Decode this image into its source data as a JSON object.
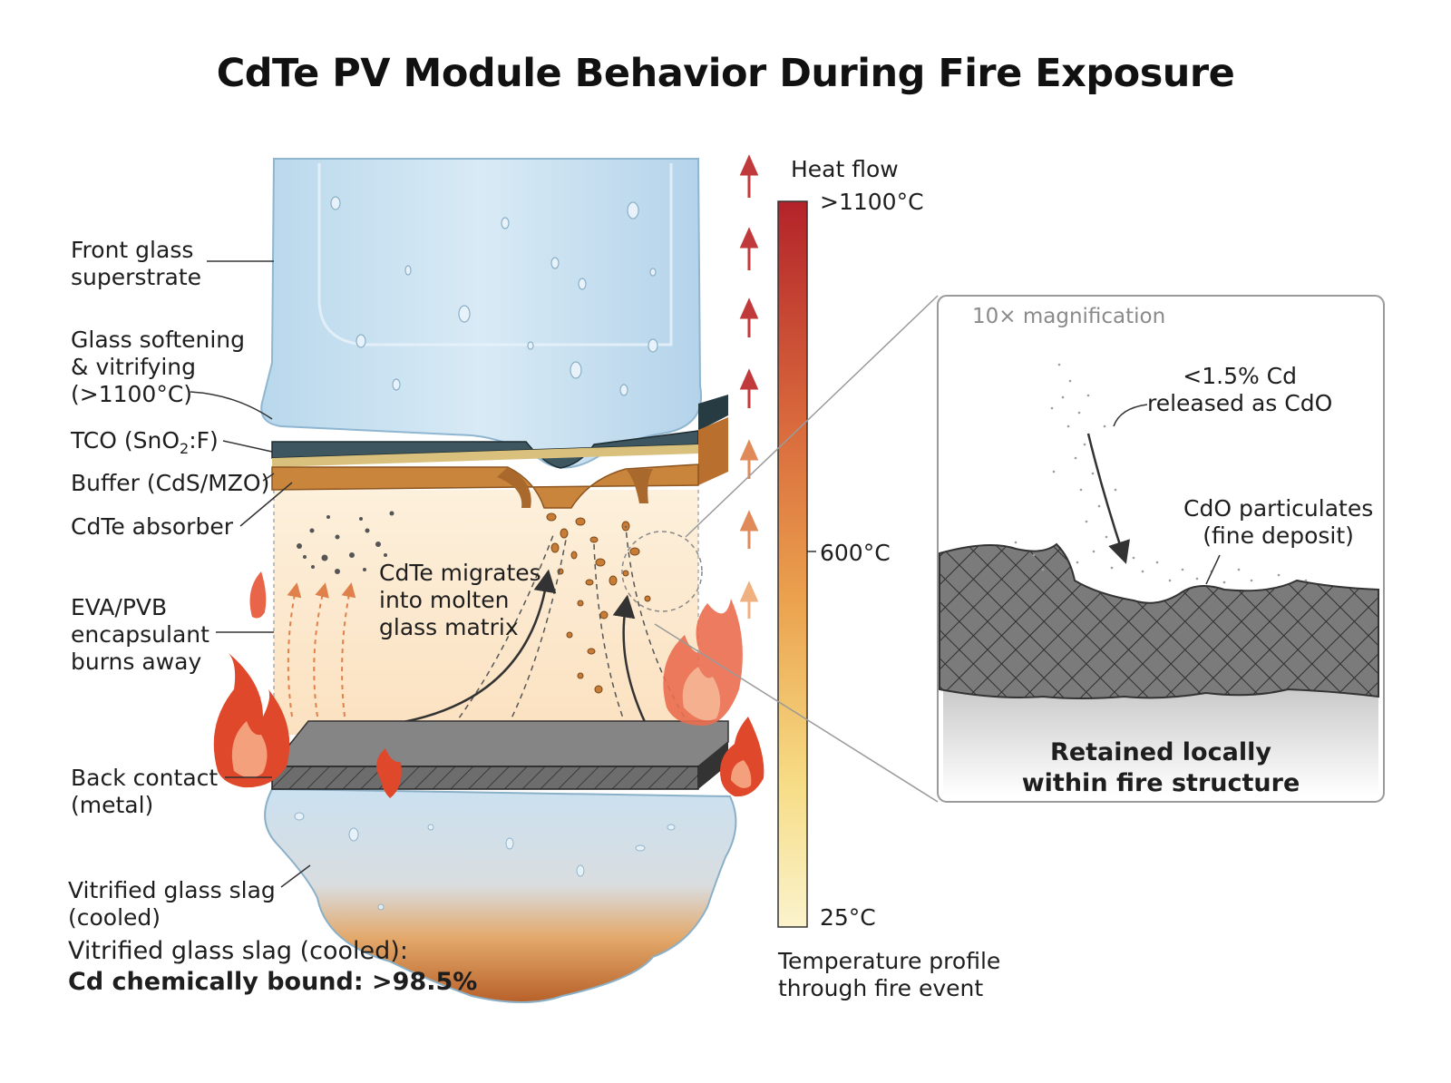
{
  "title": "CdTe PV Module Behavior During Fire Exposure",
  "labels": {
    "front_glass": [
      "Front glass",
      "superstrate"
    ],
    "glass_softening": [
      "Glass softening",
      "& vitrifying",
      "(>1100°C)"
    ],
    "tco_prefix": "TCO (SnO",
    "tco_sub": "2",
    "tco_suffix": ":F)",
    "buffer": "Buffer (CdS/MZO)",
    "absorber": "CdTe absorber",
    "encapsulant": [
      "EVA/PVB",
      "encapsulant",
      "burns away"
    ],
    "back_contact": [
      "Back contact",
      "(metal)"
    ],
    "slag": [
      "Vitrified glass slag",
      "(cooled)"
    ],
    "migration": [
      "CdTe migrates",
      "into molten",
      "glass matrix"
    ]
  },
  "summary": {
    "line1": "Vitrified glass slag (cooled):",
    "line2": "Cd chemically bound: >98.5%"
  },
  "temperature_scale": {
    "heat_flow_label": "Heat flow",
    "high_label": ">1100°C",
    "mid_label": "600°C",
    "low_label": "25°C",
    "caption": [
      "Temperature profile",
      "through fire event"
    ],
    "gradient_colors": [
      "#b3232a",
      "#d8683c",
      "#eba24e",
      "#f6dc85",
      "#fbf3cd"
    ]
  },
  "inset": {
    "magnification": "10× magnification",
    "release_label": [
      "<1.5% Cd",
      "released as CdO"
    ],
    "particulate_label": [
      "CdO particulates",
      "(fine deposit)"
    ],
    "retained_label": [
      "Retained locally",
      "within fire structure"
    ]
  },
  "colors": {
    "glass": "#c9e2f1",
    "tco": "#3d5660",
    "buffer": "#c9853c",
    "flame": "#e0482b",
    "back_contact": "#3b3b3b",
    "heat_arrow": "#c0393b"
  }
}
